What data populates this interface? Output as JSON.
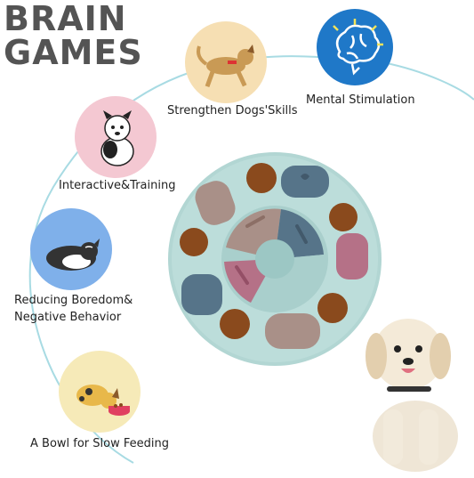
{
  "title": {
    "line1": "BRAIN",
    "line2": "GAMES"
  },
  "features": [
    {
      "label": "Strengthen Dogs'Skills",
      "icon": "running-dog-icon",
      "bg": "#f6dfb3"
    },
    {
      "label": "Mental Stimulation",
      "icon": "brain-icon",
      "bg": "#1f78c8"
    },
    {
      "label": "Interactive&Training",
      "icon": "sitting-dog-icon",
      "bg": "#f4c8d2"
    },
    {
      "label_line1": "Reducing Boredom&",
      "label_line2": "Negative Behavior",
      "icon": "sleeping-dog-icon",
      "bg": "#7fb0ea"
    },
    {
      "label": "A Bowl for Slow Feeding",
      "icon": "eating-dog-icon",
      "bg": "#f6eab8"
    }
  ],
  "colors": {
    "arc": "#a8dbe3",
    "bowl_base": "#b2d6d3",
    "lid_brown": "#a99088",
    "lid_pink": "#b57187",
    "lid_blue": "#567489",
    "kibble": "#8a4a1d"
  }
}
